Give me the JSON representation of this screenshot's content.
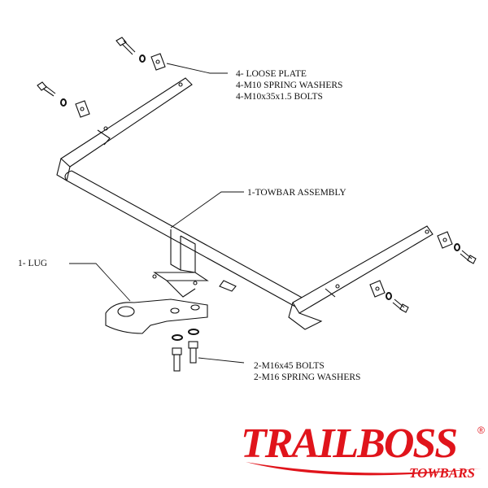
{
  "labels": {
    "loose_plate": [
      "4- LOOSE PLATE",
      "4-M10 SPRING WASHERS",
      "4-M10x35x1.5 BOLTS"
    ],
    "towbar_assembly": "1-TOWBAR ASSEMBLY",
    "lug": "1- LUG",
    "bolts": [
      "2-M16x45 BOLTS",
      "2-M16 SPRING WASHERS"
    ]
  },
  "logo": {
    "name": "TRAILBOSS",
    "sub": "TOWBARS",
    "registered": "®",
    "color": "#e0141b"
  }
}
